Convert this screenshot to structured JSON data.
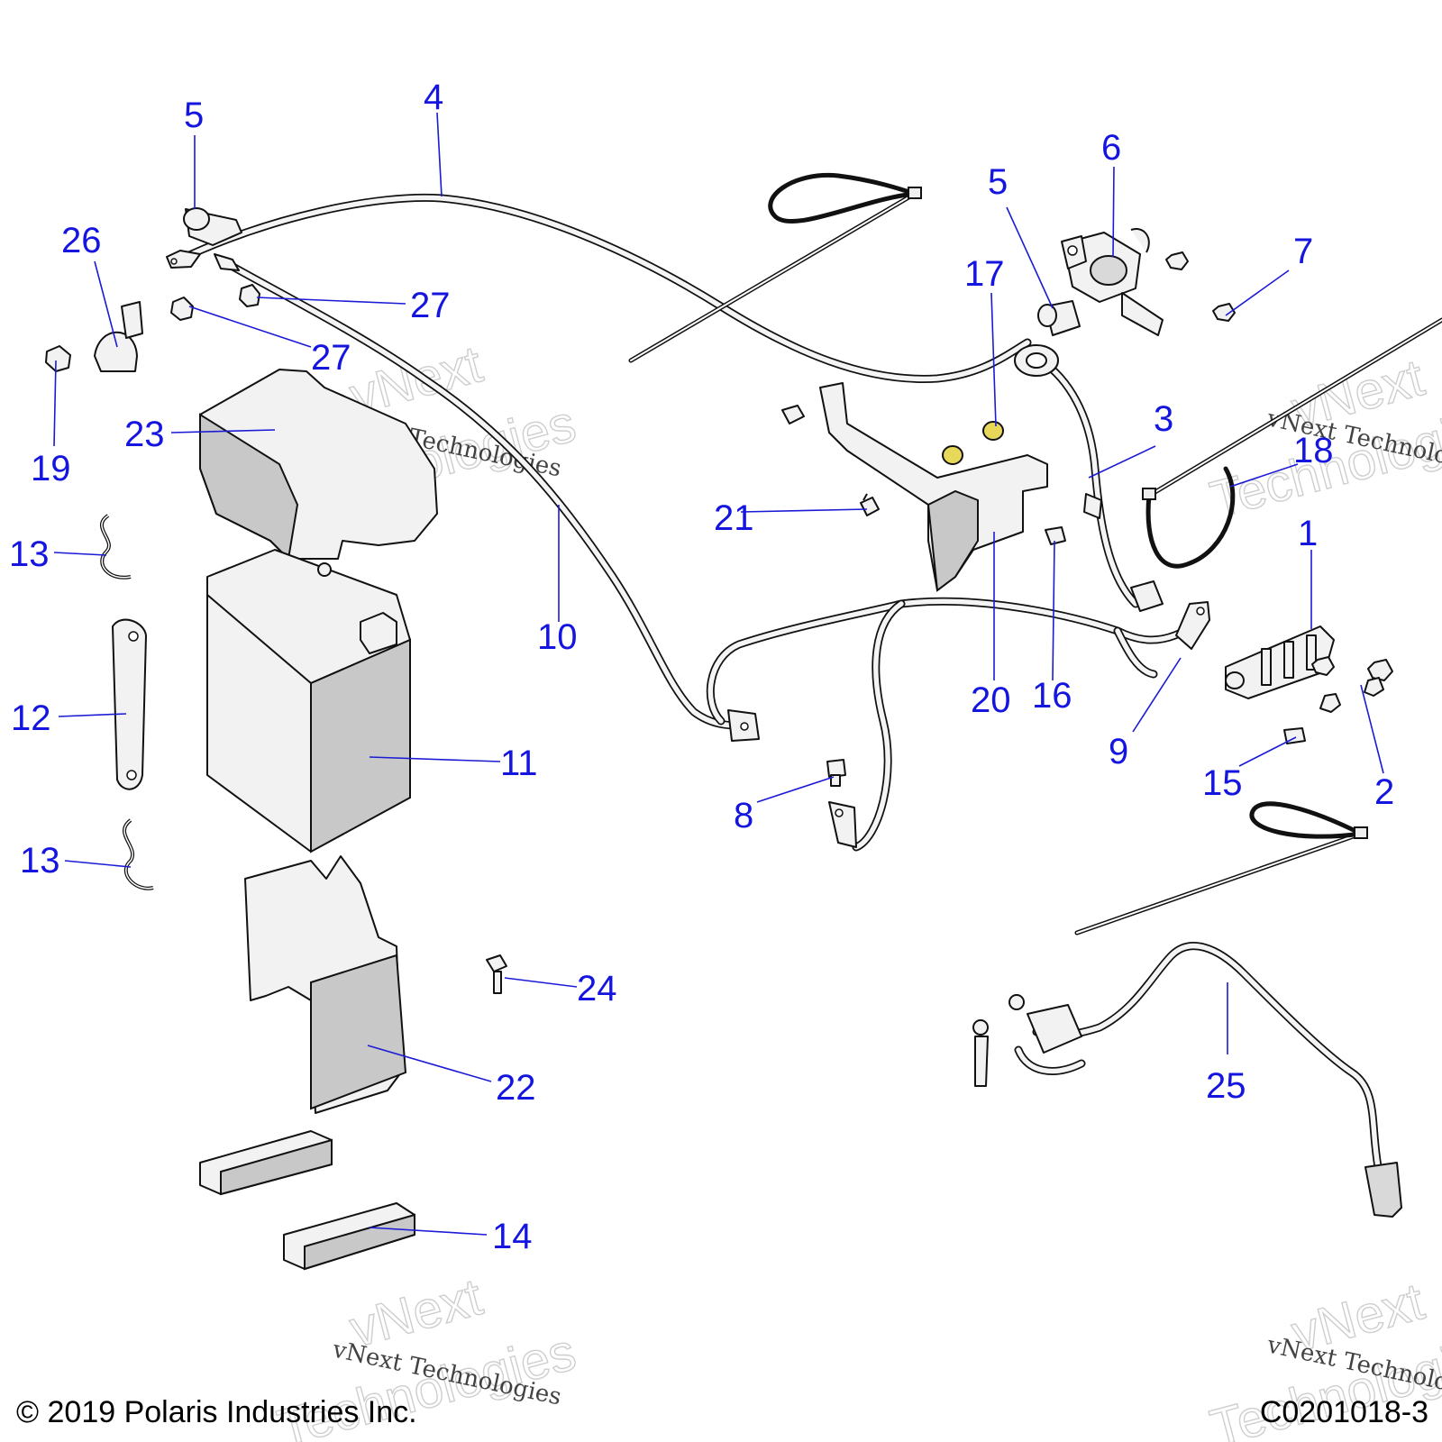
{
  "diagram": {
    "callouts": [
      {
        "id": "1",
        "label": "1"
      },
      {
        "id": "2",
        "label": "2"
      },
      {
        "id": "3",
        "label": "3"
      },
      {
        "id": "4",
        "label": "4"
      },
      {
        "id": "5a",
        "label": "5"
      },
      {
        "id": "5b",
        "label": "5"
      },
      {
        "id": "6",
        "label": "6"
      },
      {
        "id": "7",
        "label": "7"
      },
      {
        "id": "8",
        "label": "8"
      },
      {
        "id": "9",
        "label": "9"
      },
      {
        "id": "10",
        "label": "10"
      },
      {
        "id": "11",
        "label": "11"
      },
      {
        "id": "12",
        "label": "12"
      },
      {
        "id": "13a",
        "label": "13"
      },
      {
        "id": "13b",
        "label": "13"
      },
      {
        "id": "14",
        "label": "14"
      },
      {
        "id": "15",
        "label": "15"
      },
      {
        "id": "16",
        "label": "16"
      },
      {
        "id": "17",
        "label": "17"
      },
      {
        "id": "18",
        "label": "18"
      },
      {
        "id": "19",
        "label": "19"
      },
      {
        "id": "20",
        "label": "20"
      },
      {
        "id": "21",
        "label": "21"
      },
      {
        "id": "22",
        "label": "22"
      },
      {
        "id": "23",
        "label": "23"
      },
      {
        "id": "24",
        "label": "24"
      },
      {
        "id": "25",
        "label": "25"
      },
      {
        "id": "26",
        "label": "26"
      },
      {
        "id": "27a",
        "label": "27"
      },
      {
        "id": "27b",
        "label": "27"
      }
    ],
    "watermark_small": "vNext Technologies",
    "watermark_big_1": "vNext",
    "watermark_big_2": "Technologies",
    "copyright": "© 2019 Polaris Industries Inc.",
    "drawing_code": "C0201018-3"
  }
}
